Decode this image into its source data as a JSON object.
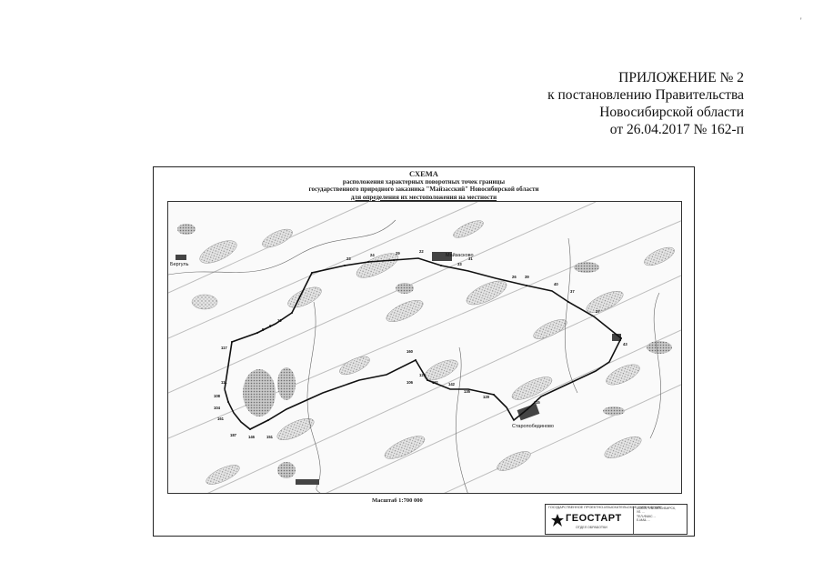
{
  "header": {
    "line1": "ПРИЛОЖЕНИЕ № 2",
    "line2": "к постановлению Правительства",
    "line3": "Новосибирской области",
    "line4": "от 26.04.2017  № 162-п"
  },
  "map": {
    "title": "СХЕМА",
    "subtitle1": "расположения характерных поворотных точек границы",
    "subtitle2": "государственного природного заказника \"Майзасский\" Новосибирской области",
    "subtitle3": "для определения их местоположения на местности",
    "scale": "Масштаб 1:700 000",
    "settlements": [
      "Бергуль",
      "Майзасково",
      "Старопобединово"
    ],
    "points": [
      "23",
      "24",
      "29",
      "22",
      "33",
      "31",
      "26",
      "39",
      "40",
      "37",
      "27",
      "43",
      "5",
      "6",
      "19",
      "117",
      "160",
      "106",
      "125",
      "151",
      "142",
      "135",
      "129",
      "115",
      "111",
      "108",
      "104",
      "161",
      "187",
      "146",
      "151"
    ]
  },
  "stamp": {
    "org": "ГОСУДАРСТВЕННОЕ ПРОЕКТНО-ИЗЫСКАТЕЛЬСКОЕ УЧРЕЖДЕНИЕ",
    "brand": "ГЕОСТАРТ",
    "sub": "ОТДЕЛ ОБРАБОТКИ",
    "contacts": [
      "630099, г. НОВОСИБИРСК,",
      "УЛ. ... ",
      "ТЕЛ./ФАКС ...",
      "E-MAIL ..."
    ]
  },
  "colors": {
    "forest": "#a9a9a9",
    "marsh": "#cfcfcf",
    "border": "#111111",
    "river": "#555555"
  }
}
